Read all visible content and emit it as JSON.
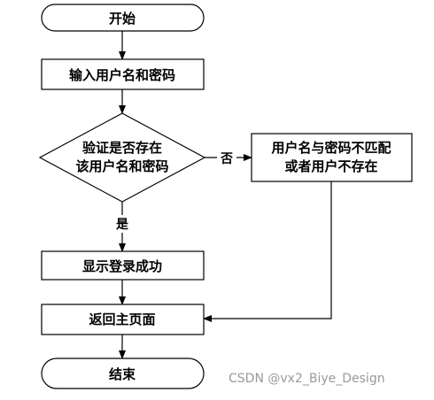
{
  "nodes": {
    "start": "开始",
    "input": "输入用户名和密码",
    "decision_line1": "验证是否存在",
    "decision_line2": "该用户名和密码",
    "error_line1": "用户名与密码不匹配",
    "error_line2": "或者用户不存在",
    "success": "显示登录成功",
    "return_home": "返回主页面",
    "end": "结束"
  },
  "edges": {
    "no": "否",
    "yes": "是"
  },
  "watermark": "CSDN @vx2_Biye_Design"
}
